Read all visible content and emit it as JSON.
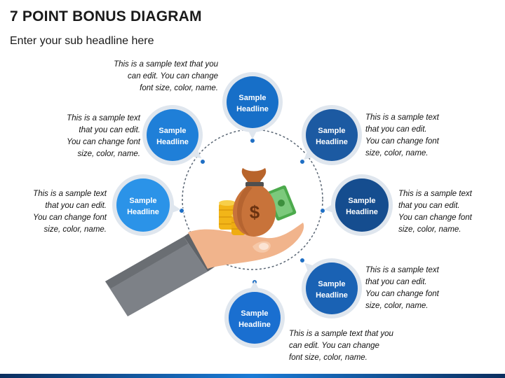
{
  "title": "7 POINT BONUS DIAGRAM",
  "subtitle": "Enter your sub headline here",
  "colors": {
    "ring": "#dfe6ee",
    "connector": "#8a95a3",
    "dot": "#1f6fc4"
  },
  "nodes": [
    {
      "id": "n1",
      "l1": "Sample",
      "l2": "Headline",
      "fill": "#2b93e8",
      "desc": [
        "This is a sample text",
        "that you can edit.",
        "You can change font",
        "size, color, name."
      ]
    },
    {
      "id": "n2",
      "l1": "Sample",
      "l2": "Headline",
      "fill": "#1f7fd8",
      "desc": [
        "This is a sample text",
        "that you can edit.",
        "You can change font",
        "size, color, name."
      ]
    },
    {
      "id": "n3",
      "l1": "Sample",
      "l2": "Headline",
      "fill": "#176fc8",
      "desc": [
        "This is a sample text that you",
        "can edit. You can change",
        "font size, color, name."
      ]
    },
    {
      "id": "n4",
      "l1": "Sample",
      "l2": "Headline",
      "fill": "#1c5aa2",
      "desc": [
        "This is a sample text",
        "that you can edit.",
        "You can change font",
        "size, color, name."
      ]
    },
    {
      "id": "n5",
      "l1": "Sample",
      "l2": "Headline",
      "fill": "#154d8f",
      "desc": [
        "This is a sample text",
        "that you can edit.",
        "You can change font",
        "size, color, name."
      ]
    },
    {
      "id": "n6",
      "l1": "Sample",
      "l2": "Headline",
      "fill": "#1a62b4",
      "desc": [
        "This is a sample text",
        "that you can edit.",
        "You can change font",
        "size, color, name."
      ]
    },
    {
      "id": "n7",
      "l1": "Sample",
      "l2": "Headline",
      "fill": "#1a6fd0",
      "desc": [
        "This is a sample text that you",
        "can edit. You can change",
        "font size, color, name."
      ]
    }
  ]
}
